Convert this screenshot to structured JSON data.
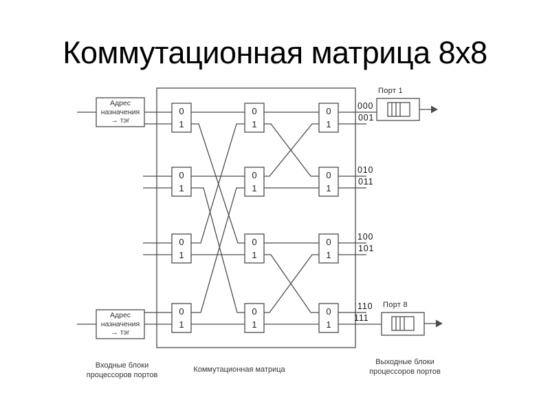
{
  "title": "Коммутационная матрица 8х8",
  "diagram": {
    "tag": [
      "Адрес",
      "назначения",
      "→ тэг"
    ],
    "switch_zero": "0",
    "switch_one": "1",
    "outputs": [
      "000",
      "001",
      "010",
      "011",
      "100",
      "101",
      "110",
      "111"
    ],
    "port_top_label": "Порт 1",
    "port_bottom_label": "Порт 8",
    "captions": {
      "left": "Входные блоки процессоров портов",
      "center": "Коммутационная матрица",
      "right": "Выходные блоки процессоров портов"
    }
  }
}
